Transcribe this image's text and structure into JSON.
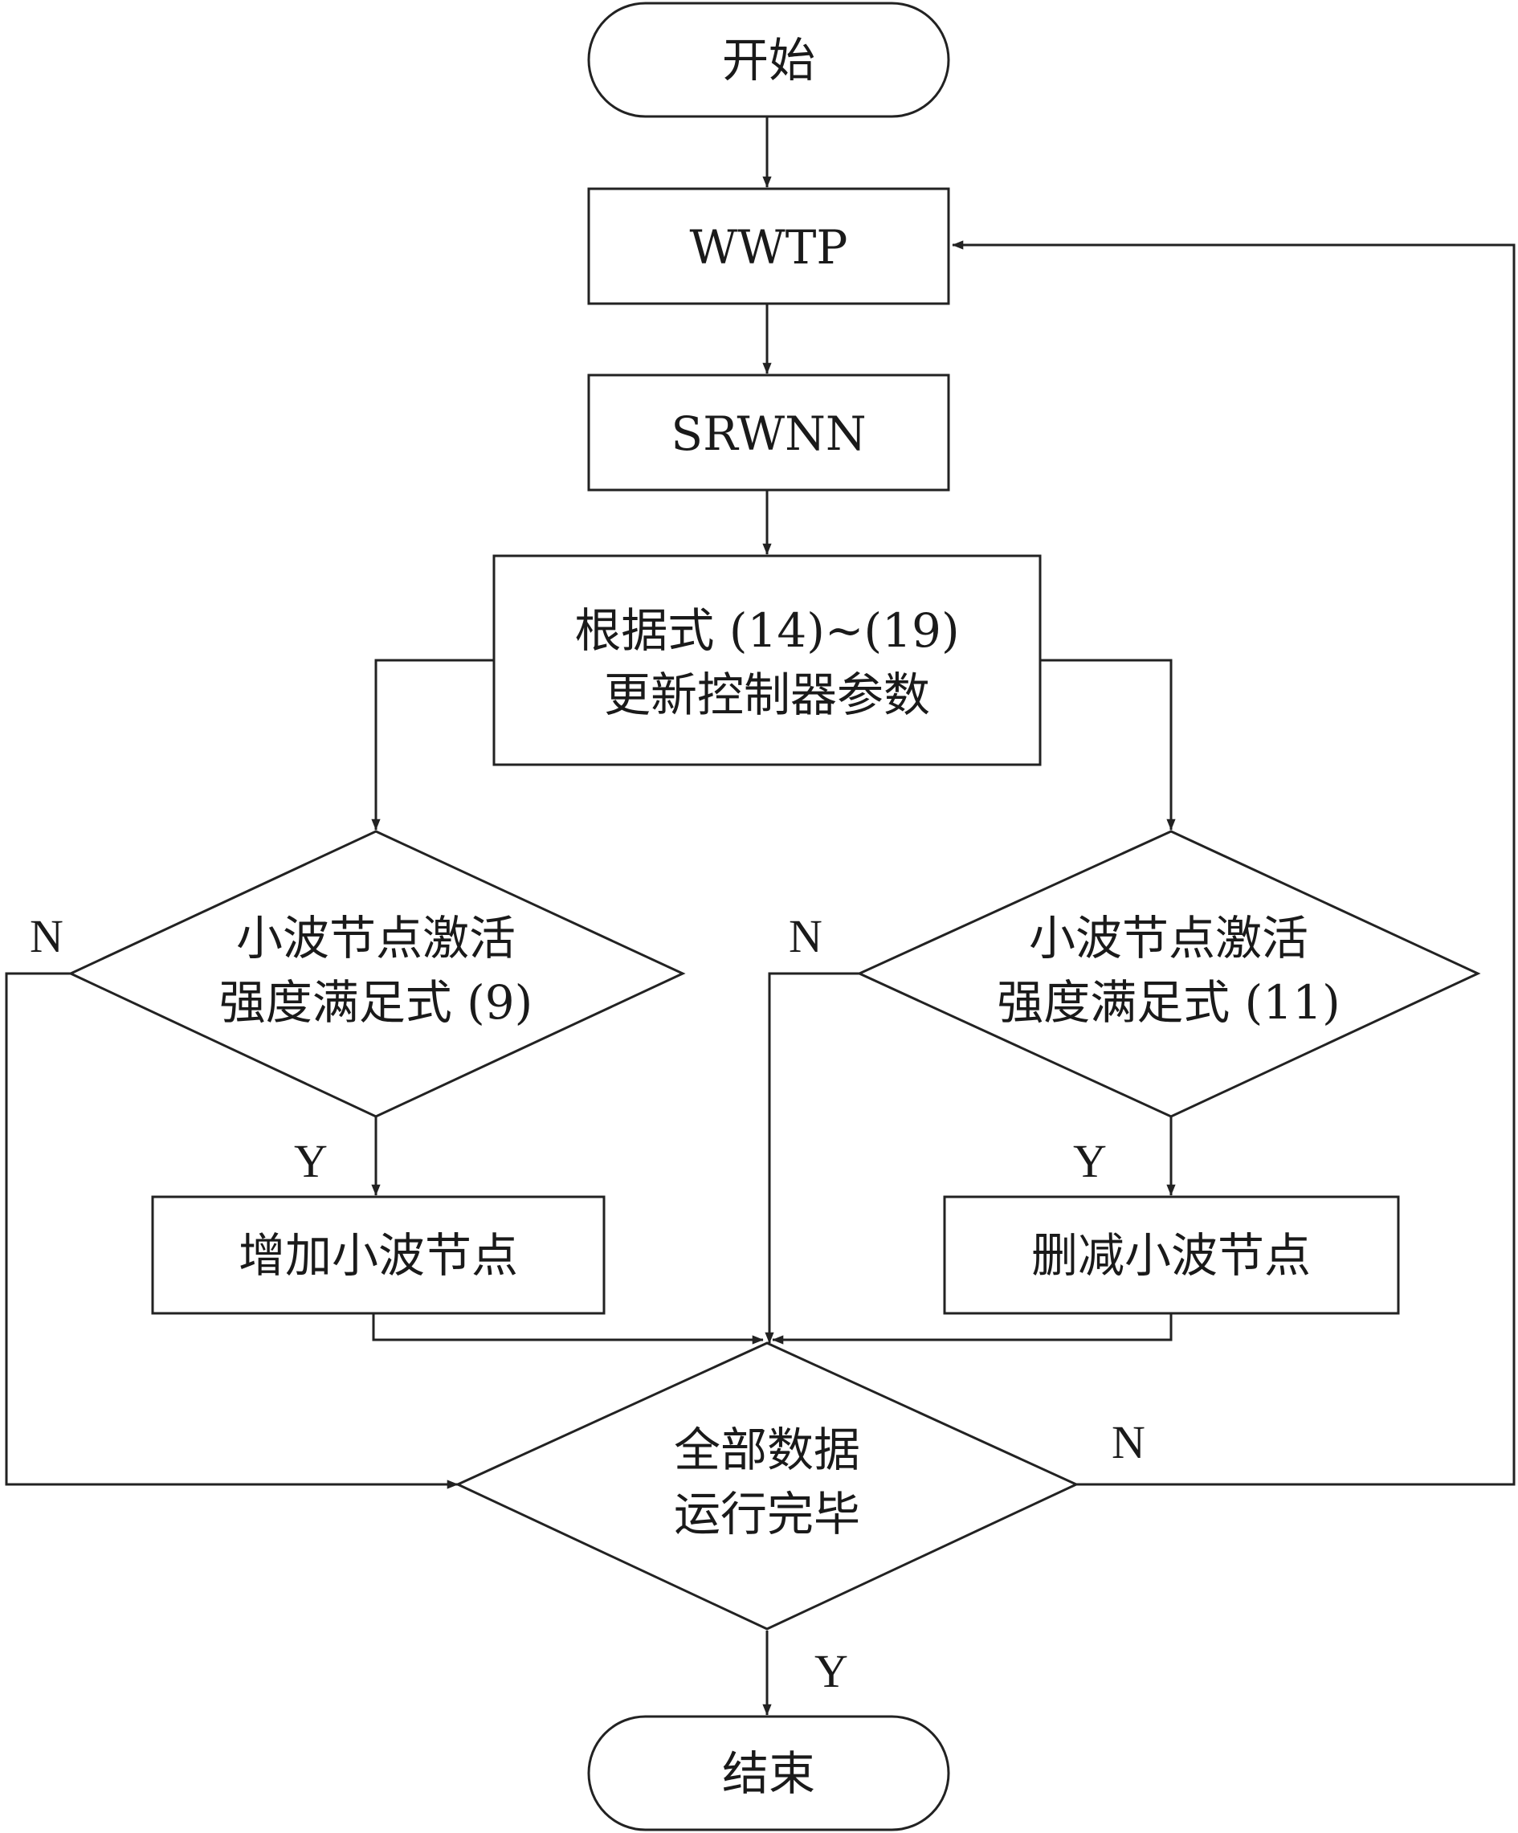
{
  "nodes": {
    "start": "开始",
    "wwtp": "WWTP",
    "srwnn": "SRWNN",
    "update_line1": "根据式 (14)~(19)",
    "update_line2": "更新控制器参数",
    "check_add_line1": "小波节点激活",
    "check_add_line2": "强度满足式 (9)",
    "check_del_line1": "小波节点激活",
    "check_del_line2": "强度满足式 (11)",
    "add_node": "增加小波节点",
    "delete_node": "删减小波节点",
    "all_done_line1": "全部数据",
    "all_done_line2": "运行完毕",
    "end": "结束"
  },
  "branch_labels": {
    "yes": "Y",
    "no": "N"
  }
}
